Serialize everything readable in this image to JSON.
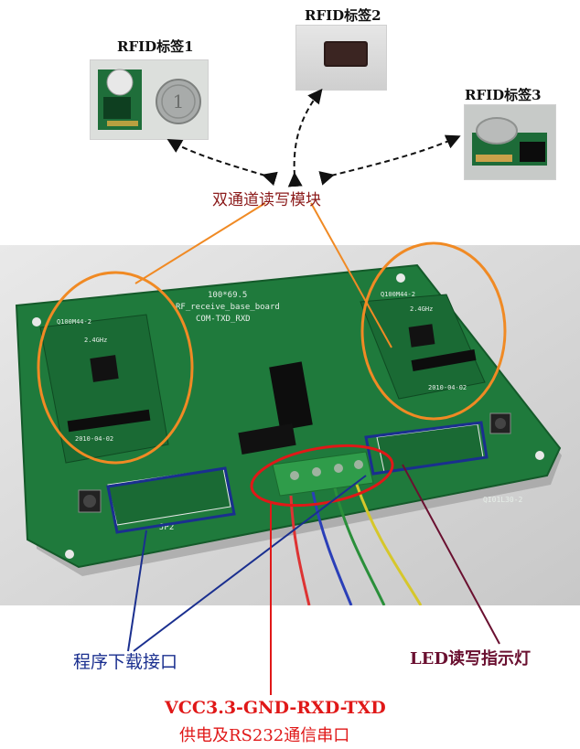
{
  "labels": {
    "rfid_tag_1": "RFID标签1",
    "rfid_tag_2": "RFID标签2",
    "rfid_tag_3": "RFID标签3",
    "dual_channel_module": "双通道读写模块",
    "program_download_port": "程序下载接口",
    "led_indicator": "LED读写指示灯",
    "power_line_1": "VCC3.3-GND-RXD-TXD",
    "power_line_2": "供电及RS232通信串口"
  },
  "board_silkscreen": {
    "size": "100*69.5",
    "name": "RF_receive_base_board",
    "port": "COM-TXD_RXD",
    "jp2": "JP2",
    "board_id": "QI01L30-2"
  },
  "module_silkscreen": {
    "left_name": "Q100M44-2",
    "left_freq": "2.4GHz",
    "left_date": "2010-04-02",
    "right_name": "Q100M44-2",
    "right_freq": "2.4GHz",
    "right_date": "2010-04-02"
  },
  "colors": {
    "label_dark_red": "#8b1a1a",
    "label_red": "#e01818",
    "label_blue": "#1a2f8f",
    "label_maroon": "#6a1030",
    "pcb_green": "#1f7a3c",
    "orange_ellipse": "#f08a24",
    "blue_box": "#1a2f8f",
    "red_ellipse": "#e01818"
  }
}
